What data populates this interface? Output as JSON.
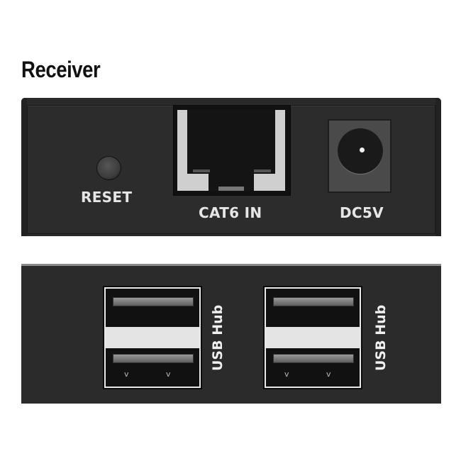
{
  "title": "Receiver",
  "front_panel": {
    "reset_label": "RESET",
    "cat6_label": "CAT6 IN",
    "dc_label": "DC5V",
    "colors": {
      "body": "#2c2c2c",
      "label": "#e6e6e6",
      "rj45_frame": "#cfcfcf",
      "dc_plate": "#4a4a4a"
    }
  },
  "usb_panel": {
    "ports": [
      {
        "label": "USB Hub",
        "slots": 2
      },
      {
        "label": "USB Hub",
        "slots": 2
      }
    ],
    "colors": {
      "body": "#2b2b2b",
      "port_band": "#e4e4e4"
    }
  },
  "icons": {
    "reset": "reset-button-icon",
    "rj45": "rj45-port-icon",
    "dc": "dc-jack-icon",
    "usb": "usb-port-icon"
  }
}
